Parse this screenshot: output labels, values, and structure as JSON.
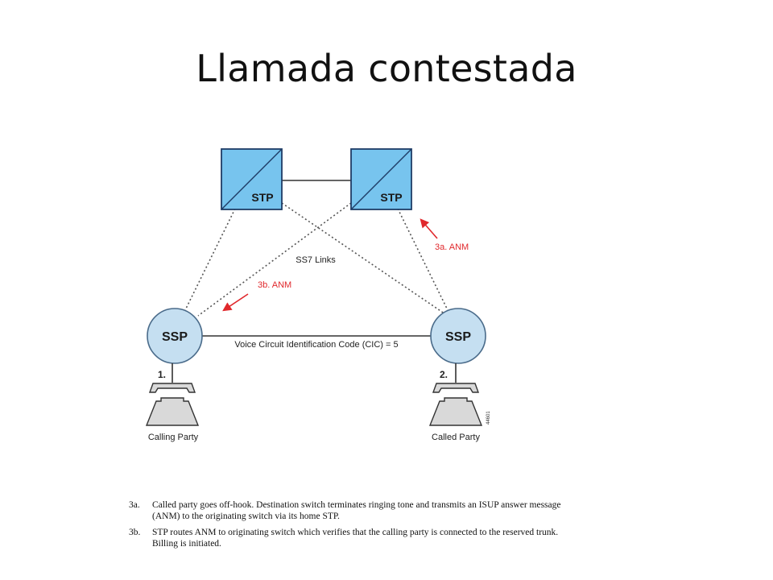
{
  "slide": {
    "title": "Llamada contestada"
  },
  "diagram": {
    "nodes": {
      "stp_left": "STP",
      "stp_right": "STP",
      "ssp_left": "SSP",
      "ssp_right": "SSP"
    },
    "labels": {
      "ss7_links": "SS7 Links",
      "cic": "Voice Circuit Identification Code (CIC) = 5",
      "msg_3a": "3a. ANM",
      "msg_3b": "3b. ANM",
      "step_1": "1.",
      "step_2": "2.",
      "calling_party": "Calling Party",
      "called_party": "Called Party",
      "figure_id": "44601"
    },
    "colors": {
      "stp_fill": "#77c4ee",
      "ssp_fill": "#c5dff1",
      "arrow": "#e0282c"
    }
  },
  "notes": [
    {
      "num": "3a.",
      "text": "Called party goes off-hook. Destination switch terminates ringing tone and transmits an ISUP answer message (ANM) to the originating switch via its home STP."
    },
    {
      "num": "3b.",
      "text": "STP routes ANM to originating switch which verifies that the calling party is connected to the reserved trunk. Billing is initiated."
    }
  ]
}
